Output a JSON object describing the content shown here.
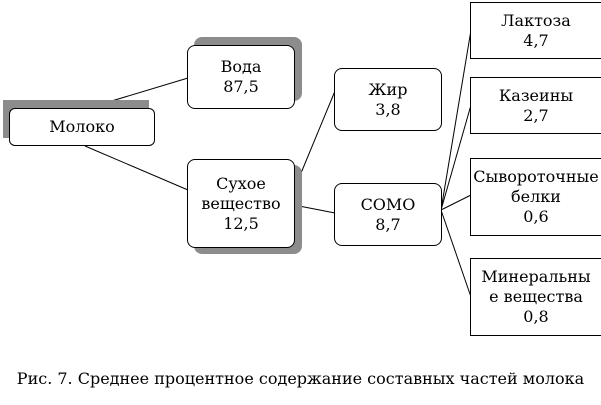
{
  "diagram": {
    "root": {
      "label": "Молоко"
    },
    "water": {
      "label": "Вода",
      "value": "87,5"
    },
    "dry_matter": {
      "label_line1": "Сухое",
      "label_line2": "вещество",
      "value": "12,5"
    },
    "fat": {
      "label": "Жир",
      "value": "3,8"
    },
    "somo": {
      "label": "СОМО",
      "value": "8,7"
    },
    "lactose": {
      "label": "Лактоза",
      "value": "4,7"
    },
    "caseins": {
      "label": "Казеины",
      "value": "2,7"
    },
    "whey_proteins": {
      "label_line1": "Сывороточные",
      "label_line2": "белки",
      "value": "0,6"
    },
    "minerals": {
      "label_line1": "Минеральны",
      "label_line2": "е вещества",
      "value": "0,8"
    }
  },
  "caption": "Рис. 7. Среднее процентное содержание составных частей молока"
}
